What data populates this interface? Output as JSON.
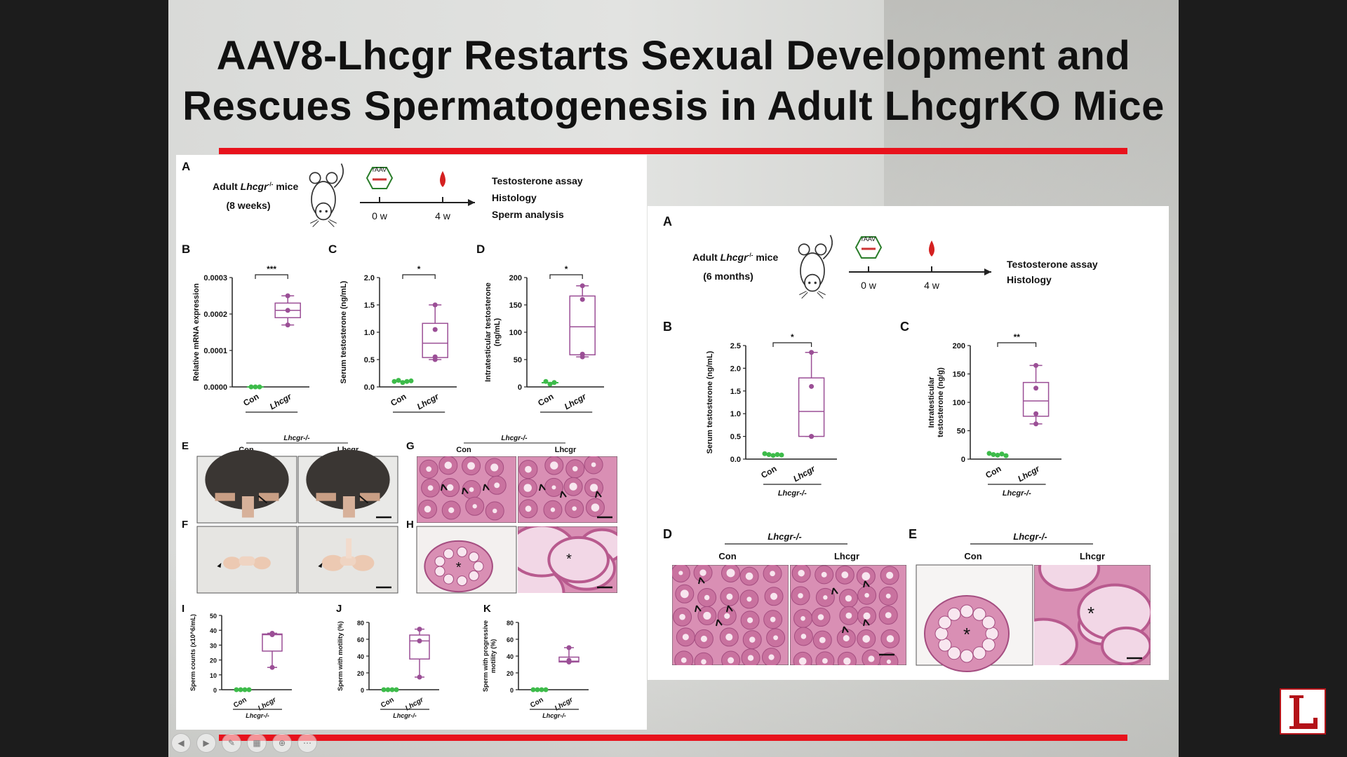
{
  "slide": {
    "title_line1": "AAV8-Lhcgr Restarts Sexual Development and",
    "title_line2": "Rescues Spermatogenesis in Adult LhcgrKO Mice"
  },
  "left_figure": {
    "panel_A": {
      "letter": "A",
      "subject_prefix": "Adult ",
      "subject_gene": "Lhcgr",
      "subject_sup": "-/-",
      "subject_suffix": " mice",
      "age": "(8 weeks)",
      "vector": "rAAV",
      "t0": "0 w",
      "t1": "4 w",
      "outcomes": [
        "Testosterone assay",
        "Histology",
        "Sperm analysis"
      ]
    },
    "letters": {
      "B": "B",
      "C": "C",
      "D": "D",
      "E": "E",
      "F": "F",
      "G": "G",
      "H": "H",
      "I": "I",
      "J": "J",
      "K": "K"
    },
    "panel_B": {
      "ylabel": "Relative mRNA expression",
      "ticks": [
        "0.0003",
        "0.0002",
        "0.0001",
        "0.0000"
      ],
      "sig": "***"
    },
    "panel_C": {
      "ylabel": "Serum testosterone (ng/mL)",
      "ticks": [
        "2.0",
        "1.5",
        "1.0",
        "0.5",
        "0.0"
      ],
      "sig": "*"
    },
    "panel_D": {
      "ylabel1": "Intratesticular testosterone",
      "ylabel2": "(ng/mL)",
      "ticks": [
        "200",
        "150",
        "100",
        "50",
        "0"
      ],
      "sig": "*"
    },
    "x_categories": [
      "Con",
      "Lhcgr"
    ],
    "group_label": "Lhcgr-/-",
    "photo_headers": [
      "Con",
      "Lhcgr"
    ],
    "panel_I": {
      "ylabel": "Sperm counts (x10^6/mL)",
      "ticks": [
        "50",
        "40",
        "30",
        "20",
        "10",
        "0"
      ]
    },
    "panel_J": {
      "ylabel": "Sperm with motility (%)",
      "ticks": [
        "80",
        "60",
        "40",
        "20",
        "0"
      ]
    },
    "panel_K": {
      "ylabel1": "Sperm with progressive",
      "ylabel2": "motility (%)",
      "ticks": [
        "80",
        "60",
        "40",
        "20",
        "0"
      ]
    }
  },
  "right_figure": {
    "panel_A": {
      "letter": "A",
      "subject_prefix": "Adult ",
      "subject_gene": "Lhcgr",
      "subject_sup": "-/-",
      "subject_suffix": " mice",
      "age": "(6 months)",
      "vector": "rAAV",
      "t0": "0 w",
      "t1": "4 w",
      "outcomes": [
        "Testosterone assay",
        "Histology"
      ]
    },
    "letters": {
      "B": "B",
      "C": "C",
      "D": "D",
      "E": "E"
    },
    "panel_B": {
      "ylabel": "Serum testosterone (ng/mL)",
      "ticks": [
        "2.5",
        "2.0",
        "1.5",
        "1.0",
        "0.5",
        "0.0"
      ],
      "sig": "*"
    },
    "panel_C": {
      "ylabel1": "Intratesticular",
      "ylabel2": "testosterone (ng/g)",
      "ticks": [
        "200",
        "150",
        "100",
        "50",
        "0"
      ],
      "sig": "**"
    },
    "x_categories": [
      "Con",
      "Lhcgr"
    ],
    "group_label": "Lhcgr-/-",
    "photo_headers": [
      "Con",
      "Lhcgr"
    ]
  },
  "chart_data": [
    {
      "type": "box",
      "title": "B (left)",
      "ylabel": "Relative mRNA expression",
      "categories": [
        "Con",
        "Lhcgr"
      ],
      "ylim": [
        0,
        0.0003
      ],
      "series": [
        {
          "name": "Con",
          "values": [
            0.0,
            0.0,
            0.0
          ]
        },
        {
          "name": "Lhcgr",
          "values": [
            0.00025,
            0.00021,
            0.00017
          ]
        }
      ]
    },
    {
      "type": "box",
      "title": "C (left)",
      "ylabel": "Serum testosterone (ng/mL)",
      "categories": [
        "Con",
        "Lhcgr"
      ],
      "ylim": [
        0,
        2.0
      ],
      "series": [
        {
          "name": "Con",
          "values": [
            0.1,
            0.12,
            0.08,
            0.1,
            0.11
          ]
        },
        {
          "name": "Lhcgr",
          "values": [
            1.5,
            1.05,
            0.55,
            0.5
          ]
        }
      ]
    },
    {
      "type": "box",
      "title": "D (left)",
      "ylabel": "Intratesticular testosterone (ng/mL)",
      "categories": [
        "Con",
        "Lhcgr"
      ],
      "ylim": [
        0,
        200
      ],
      "series": [
        {
          "name": "Con",
          "values": [
            10,
            5,
            8
          ]
        },
        {
          "name": "Lhcgr",
          "values": [
            185,
            160,
            60,
            55
          ]
        }
      ]
    },
    {
      "type": "box",
      "title": "I (left)",
      "ylabel": "Sperm counts (x10^6/mL)",
      "categories": [
        "Con",
        "Lhcgr"
      ],
      "ylim": [
        0,
        50
      ],
      "series": [
        {
          "name": "Con",
          "values": [
            0,
            0,
            0,
            0
          ]
        },
        {
          "name": "Lhcgr",
          "values": [
            38,
            37,
            15
          ]
        }
      ]
    },
    {
      "type": "box",
      "title": "J (left)",
      "ylabel": "Sperm with motility (%)",
      "categories": [
        "Con",
        "Lhcgr"
      ],
      "ylim": [
        0,
        80
      ],
      "series": [
        {
          "name": "Con",
          "values": [
            0,
            0,
            0,
            0
          ]
        },
        {
          "name": "Lhcgr",
          "values": [
            72,
            58,
            15
          ]
        }
      ]
    },
    {
      "type": "box",
      "title": "K (left)",
      "ylabel": "Sperm with progressive motility (%)",
      "categories": [
        "Con",
        "Lhcgr"
      ],
      "ylim": [
        0,
        80
      ],
      "series": [
        {
          "name": "Con",
          "values": [
            0,
            0,
            0,
            0
          ]
        },
        {
          "name": "Lhcgr",
          "values": [
            50,
            35,
            33,
            33
          ]
        }
      ]
    },
    {
      "type": "box",
      "title": "B (right)",
      "ylabel": "Serum testosterone (ng/mL)",
      "categories": [
        "Con",
        "Lhcgr"
      ],
      "ylim": [
        0,
        2.5
      ],
      "series": [
        {
          "name": "Con",
          "values": [
            0.12,
            0.1,
            0.08,
            0.1,
            0.09
          ]
        },
        {
          "name": "Lhcgr",
          "values": [
            2.35,
            1.6,
            0.5,
            0.5
          ]
        }
      ]
    },
    {
      "type": "box",
      "title": "C (right)",
      "ylabel": "Intratesticular testosterone (ng/g)",
      "categories": [
        "Con",
        "Lhcgr"
      ],
      "ylim": [
        0,
        200
      ],
      "series": [
        {
          "name": "Con",
          "values": [
            10,
            8,
            7,
            9,
            6
          ]
        },
        {
          "name": "Lhcgr",
          "values": [
            165,
            125,
            80,
            62
          ]
        }
      ]
    }
  ]
}
